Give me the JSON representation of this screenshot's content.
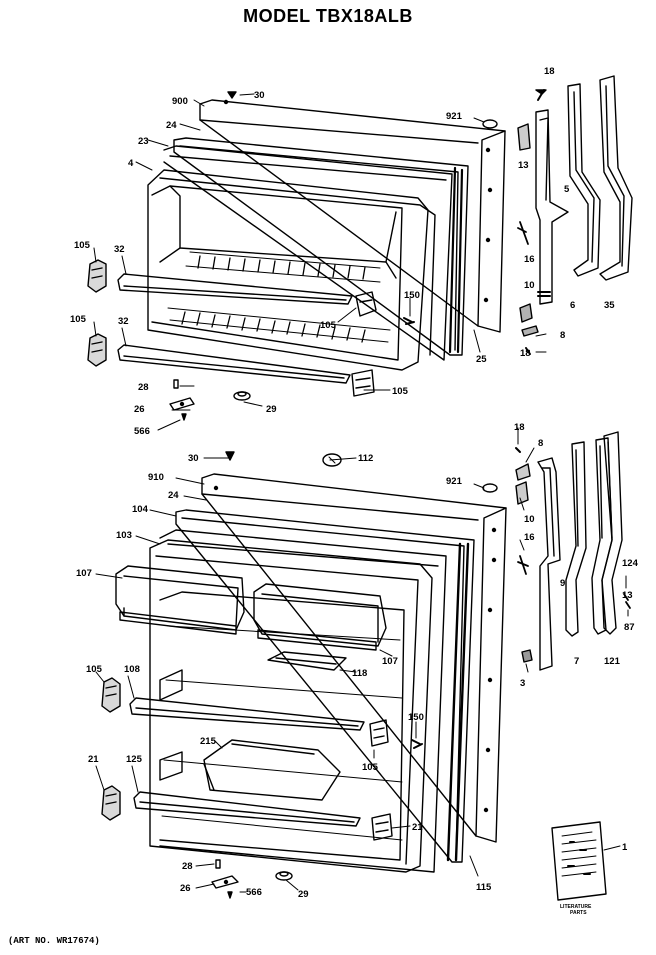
{
  "title": "MODEL TBX18ALB",
  "art_number": "(ART NO. WR17674)",
  "literature_text": [
    "LITERATURE",
    "PARTS"
  ],
  "labels": {
    "top": [
      "18",
      "30",
      "900",
      "921",
      "24",
      "23",
      "13",
      "4",
      "5",
      "105",
      "32",
      "16",
      "150",
      "10",
      "6",
      "35",
      "105",
      "32",
      "105",
      "8",
      "25",
      "18",
      "28",
      "105",
      "26",
      "29",
      "566"
    ],
    "bottom": [
      "18",
      "8",
      "30",
      "112",
      "910",
      "921",
      "24",
      "104",
      "10",
      "103",
      "16",
      "107",
      "124",
      "9",
      "13",
      "87",
      "107",
      "3",
      "7",
      "121",
      "105",
      "108",
      "118",
      "150",
      "215",
      "105",
      "21",
      "125",
      "21",
      "28",
      "26",
      "566",
      "29",
      "115",
      "1"
    ]
  }
}
